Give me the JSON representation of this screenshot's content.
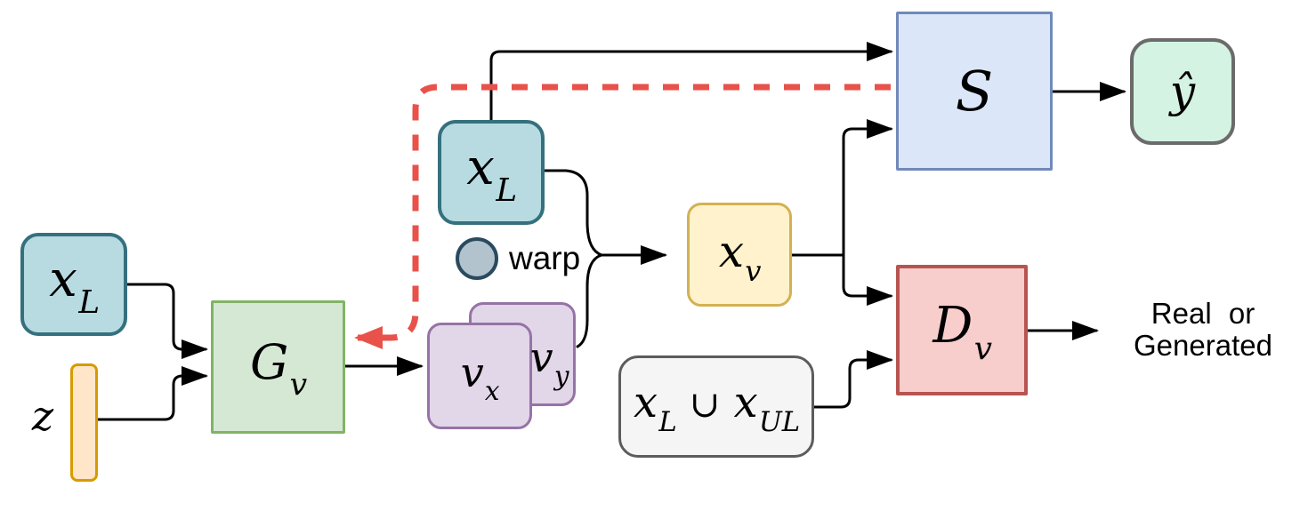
{
  "diagram": {
    "title_hint": "semi-supervised GAN flow-field architecture",
    "colors": {
      "teal_fill": "#b8dbe2",
      "teal_border": "#35707e",
      "orange_fill": "#ffe6c9",
      "orange_border": "#d79b00",
      "green_fill": "#d5e8d4",
      "green_border": "#82b366",
      "purple_fill": "#e2d6e9",
      "purple_border": "#9673a6",
      "yellow_fill": "#fff2cc",
      "yellow_border": "#d3b153",
      "blue_fill": "#dbe7f9",
      "blue_border": "#7089b9",
      "mint_fill": "#d5f3e3",
      "mint_border": "#6b6b6b",
      "pink_fill": "#f8cecc",
      "pink_border": "#b85450",
      "gray_fill": "#f5f5f5",
      "gray_border": "#5c5c5c",
      "warp_circle_fill": "#b3c3ce",
      "warp_circle_border": "#2a4a5e",
      "dashed_feedback": "#e8524a",
      "edge": "#000000"
    },
    "nodes": {
      "x_l_left": {
        "main": "x",
        "sub": "L"
      },
      "z": {
        "main": "z"
      },
      "g_v": {
        "main": "G",
        "sub": "v"
      },
      "x_l_mid": {
        "main": "x",
        "sub": "L"
      },
      "warp": {
        "label": "warp"
      },
      "v_x": {
        "main": "v",
        "sub": "x"
      },
      "v_y": {
        "main": "v",
        "sub": "y"
      },
      "x_v": {
        "main": "x",
        "sub": "v"
      },
      "union": {
        "p1": "x",
        "p1sub": "L",
        "op": "∪",
        "p2": "x",
        "p2sub": "UL"
      },
      "s": {
        "main": "S"
      },
      "y_hat": {
        "main": "ŷ"
      },
      "d_v": {
        "main": "D",
        "sub": "v"
      }
    },
    "outputs": {
      "real_or_generated_line1": "Real or",
      "real_or_generated_line2": "Generated"
    }
  }
}
